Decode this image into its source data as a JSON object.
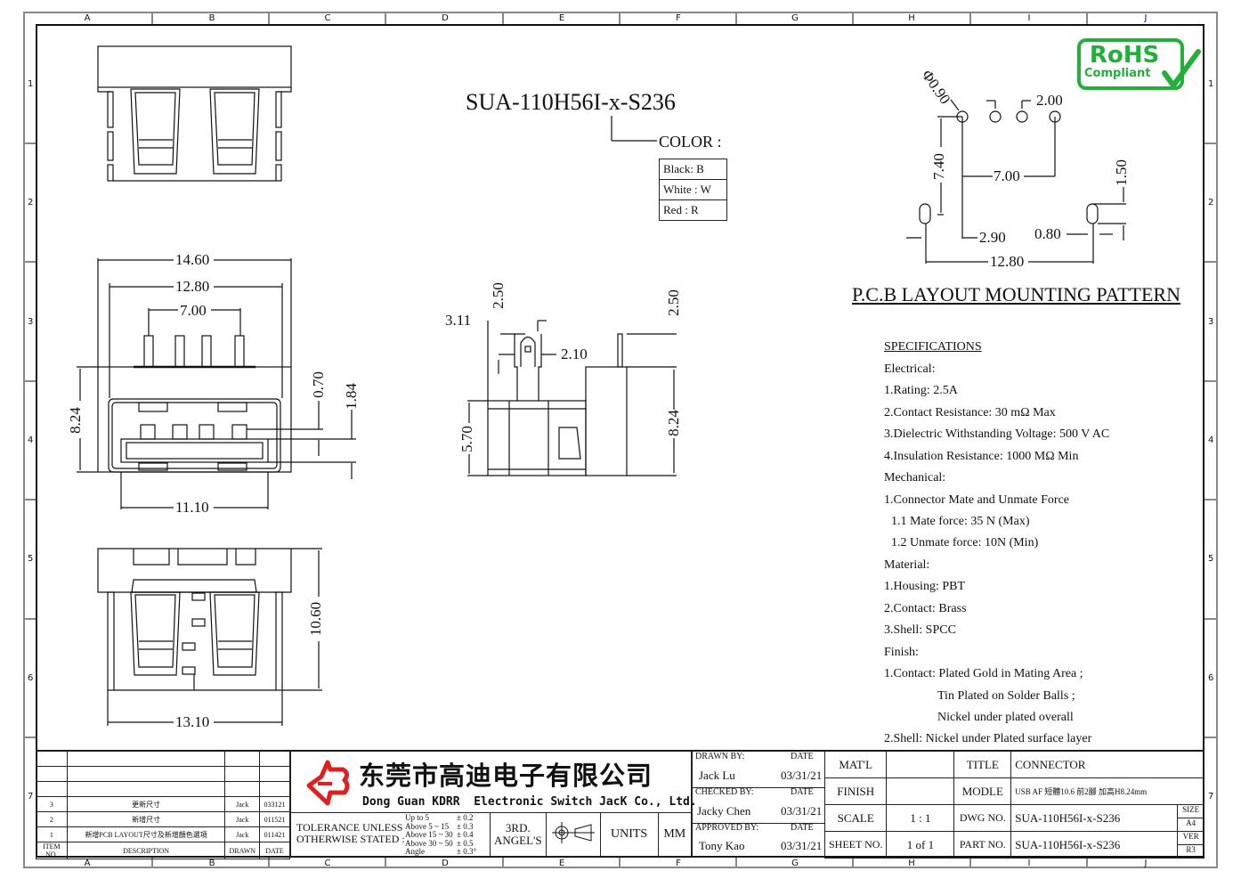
{
  "frame": {
    "zone_letters": [
      "A",
      "B",
      "C",
      "D",
      "E",
      "F",
      "G",
      "H",
      "I",
      "J"
    ],
    "zone_numbers": [
      "1",
      "2",
      "3",
      "4",
      "5",
      "6",
      "7"
    ]
  },
  "part_number_title": "SUA-110H56I-x-S236",
  "color_options": {
    "label": "COLOR :",
    "items": [
      "Black: B",
      "White : W",
      "Red : R"
    ]
  },
  "front_view_dims": {
    "overall_width": "14.60",
    "pin_span_outer": "12.80",
    "pin_span_inner": "7.00",
    "height": "8.24",
    "tongue_offset": "0.70",
    "tongue_height": "1.84",
    "opening_width": "11.10"
  },
  "side_view_dims": {
    "pin_length_left": "2.50",
    "pin_offset": "3.11",
    "pin_width": "2.10",
    "body_height": "5.70",
    "pin_length_right": "2.50",
    "total_height": "8.24"
  },
  "bottom_view_dims": {
    "depth": "10.60",
    "width": "13.10"
  },
  "pcb_layout": {
    "title": "P.C.B LAYOUT MOUNTING PATTERN",
    "hole_diameter": "Φ0.90",
    "pin_pitch": "2.00",
    "row_offset": "7.40",
    "signal_span": "7.00",
    "slot_length": "1.50",
    "slot_offset": "2.90",
    "slot_width": "0.80",
    "slot_span": "12.80"
  },
  "rohs": {
    "line1": "RoHS",
    "line2": "Compliant",
    "color": "#22b03a"
  },
  "specifications": {
    "heading": "SPECIFICATIONS",
    "lines": [
      "Electrical:",
      "1.Rating: 2.5A",
      "2.Contact Resistance: 30 mΩ Max",
      "3.Dielectric Withstanding Voltage: 500 V AC",
      "4.Insulation Resistance: 1000 MΩ Min",
      "Mechanical:",
      "1.Connector Mate and Unmate Force",
      "  1.1 Mate force: 35 N (Max)",
      "  1.2 Unmate force: 10N (Min)",
      "Material:",
      "1.Housing: PBT",
      "2.Contact: Brass",
      "3.Shell: SPCC",
      "Finish:",
      "1.Contact: Plated Gold in Mating Area ;",
      "Tin Plated on Solder Balls ;",
      "Nickel under plated overall",
      "2.Shell: Nickel under Plated surface layer"
    ]
  },
  "revision_table": {
    "headers": [
      "ITEM NO.",
      "DESCRIPTION",
      "DRAWN",
      "DATE"
    ],
    "rows": [
      {
        "item": "3",
        "description": "更新尺寸",
        "drawn": "Jack",
        "date": "033121"
      },
      {
        "item": "2",
        "description": "新增尺寸",
        "drawn": "Jack",
        "date": "011521"
      },
      {
        "item": "1",
        "description": "新增PCB LAYOUT尺寸及新增顏色選項",
        "drawn": "Jack",
        "date": "011421"
      }
    ]
  },
  "company": {
    "name_cn": "东莞市高迪电子有限公司",
    "name_en": "Dong Guan KDRR  Electronic Switch JacK Co., Ltd.",
    "logo_color": "#e02020"
  },
  "tolerance": {
    "label_line1": "TOLERANCE UNLESS",
    "label_line2": "OTHERWISE STATED :",
    "ranges": [
      {
        "range": "Up to 5",
        "tol": "± 0.2"
      },
      {
        "range": "Above 5  ~ 15",
        "tol": "± 0.3"
      },
      {
        "range": "Above 15 ~ 30",
        "tol": "± 0.4"
      },
      {
        "range": "Above 30 ~ 50",
        "tol": "± 0.5"
      },
      {
        "range": "Angle",
        "tol": "± 0.3°"
      }
    ]
  },
  "projection": {
    "line1": "3RD.",
    "line2": "ANGEL'S"
  },
  "units": {
    "label": "UNITS",
    "value": "MM"
  },
  "signoff": {
    "drawn_label": "DRAWN BY:",
    "drawn_name": "Jack  Lu",
    "drawn_date": "03/31/21",
    "checked_label": "CHECKED BY:",
    "checked_name": "Jacky Chen",
    "checked_date": "03/31/21",
    "approved_label": "APPROVED BY:",
    "approved_name": "Tony Kao",
    "approved_date": "03/31/21",
    "date_label": "DATE"
  },
  "title_block": {
    "matl_label": "MAT'L",
    "matl_value": "",
    "finish_label": "FINISH",
    "finish_value": "",
    "scale_label": "SCALE",
    "scale_value": "1 : 1",
    "sheet_label": "SHEET NO.",
    "sheet_value": "1 of 1",
    "title_label": "TITLE",
    "title_value": "CONNECTOR",
    "model_label": "MODLE",
    "model_value": "USB AF 短體10.6 前2腳 加高H8.24mm",
    "dwg_label": "DWG NO.",
    "dwg_value": "SUA-110H56I-x-S236",
    "part_label": "PART NO.",
    "part_value": "SUA-110H56I-x-S236",
    "size_label": "SIZE",
    "size_value": "A4",
    "ver_label": "VER",
    "ver_value": "R3"
  }
}
